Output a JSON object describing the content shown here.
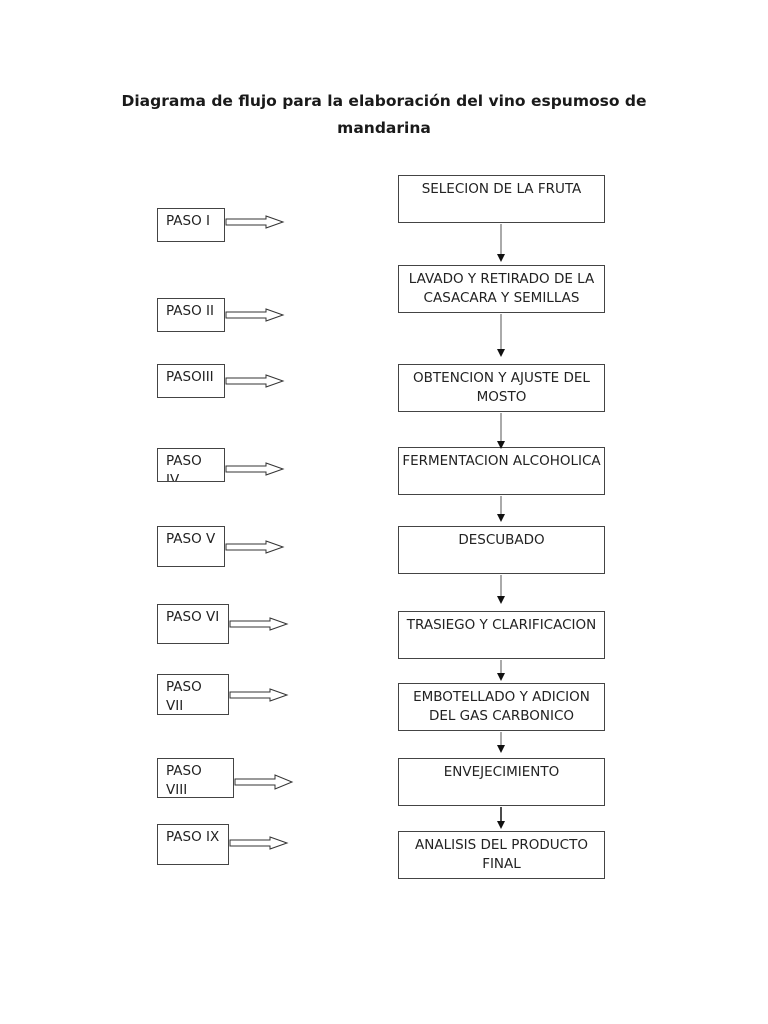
{
  "title": "Diagrama de flujo para la elaboración del vino espumoso de mandarina",
  "steps": [
    "SELECION DE LA FRUTA",
    "LAVADO Y RETIRADO DE LA  CASACARA Y SEMILLAS",
    "OBTENCION Y AJUSTE  DEL MOSTO",
    "FERMENTACION ALCOHOLICA",
    "DESCUBADO",
    "TRASIEGO Y CLARIFICACION",
    "EMBOTELLADO Y ADICION DEL GAS CARBONICO",
    "ENVEJECIMIENTO",
    "ANALISIS DEL PRODUCTO FINAL"
  ],
  "pasos": [
    "PASO I",
    "PASO II",
    "PASOIII",
    "PASO IV",
    "PASO V",
    "PASO VI",
    "PASO VII",
    "PASO VIII",
    "PASO IX"
  ]
}
